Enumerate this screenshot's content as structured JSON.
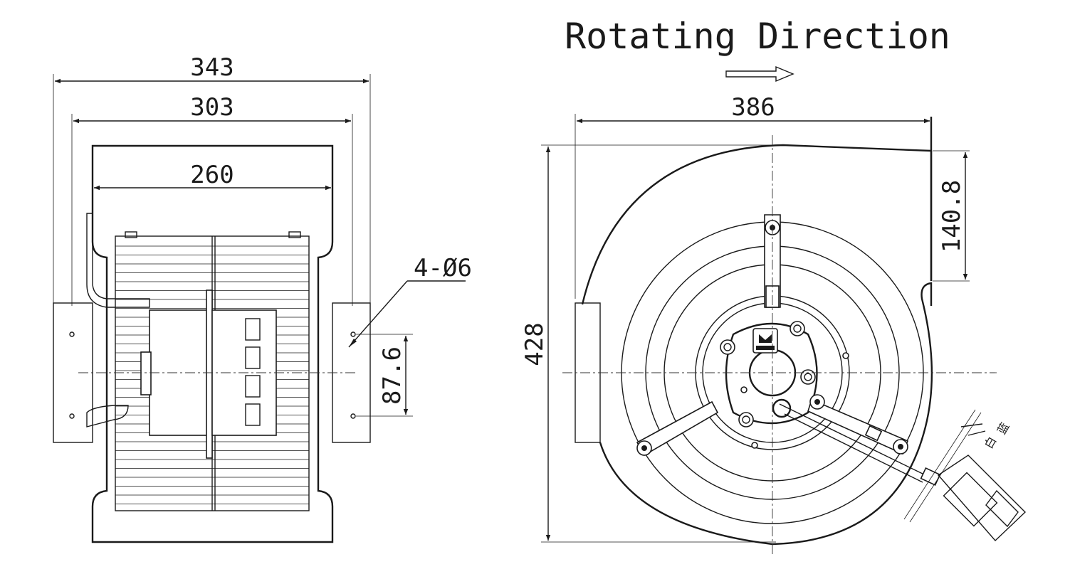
{
  "title": "Rotating Direction",
  "dimensions": {
    "overall_width": "343",
    "mount_width": "303",
    "housing_width": "260",
    "hole_spec": "4-Ø6",
    "hole_spacing": "87.6",
    "scroll_width": "386",
    "height": "428",
    "outlet_height": "140.8"
  },
  "wire_labels": [
    "白",
    "蓝"
  ]
}
